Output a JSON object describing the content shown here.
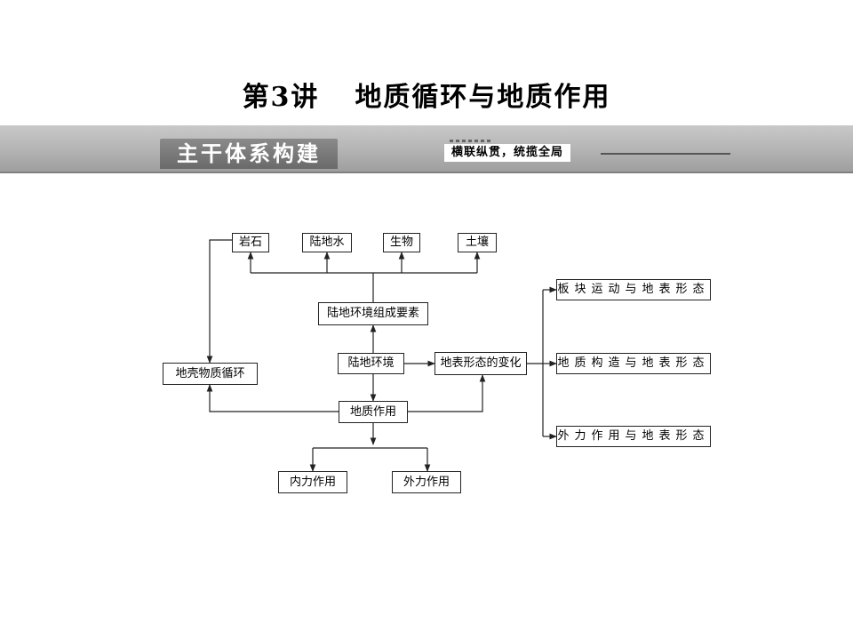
{
  "page": {
    "title_lecture": "第3讲",
    "title_topic": "地质循环与地质作用",
    "band_label": "主干体系构建",
    "band_slogan": "横联纵贯，统揽全局"
  },
  "diagram": {
    "nodes": {
      "rock": "岩石",
      "land_water": "陆地水",
      "biology": "生物",
      "soil": "土壤",
      "elements": "陆地环境组成要素",
      "crust_cycle": "地壳物质循环",
      "land_env": "陆地环境",
      "surface_change": "地表形态的变化",
      "geo_action": "地质作用",
      "internal": "内力作用",
      "external": "外力作用",
      "plate": "板块运动与地表形态",
      "structure": "地质构造与地表形态",
      "external_surface": "外力作用与地表形态"
    }
  }
}
